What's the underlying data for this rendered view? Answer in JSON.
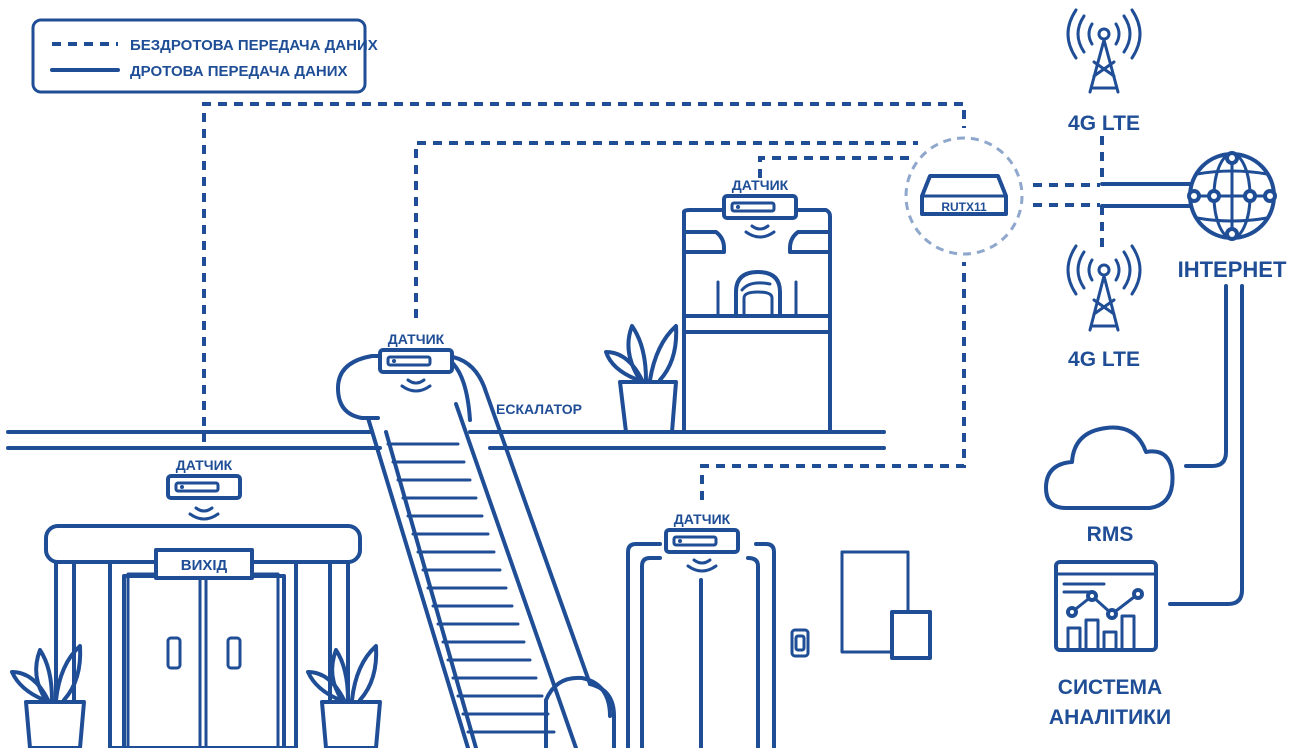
{
  "legend": {
    "wireless": "БЕЗДРОТОВА ПЕРЕДАЧА ДАНИХ",
    "wired": "ДРОТОВА ПЕРЕДАЧА ДАНИХ"
  },
  "router": {
    "label": "RUTX11"
  },
  "towers": {
    "top": "4G LTE",
    "bottom": "4G LTE"
  },
  "internet": {
    "label": "ІНТЕРНЕТ"
  },
  "rms": {
    "label": "RMS"
  },
  "analytics": {
    "line1": "СИСТЕМА",
    "line2": "АНАЛІТИКИ"
  },
  "sensors": {
    "exit": "ДАТЧИК",
    "escalator": "ДАТЧИК",
    "booth": "ДАТЧИК",
    "elevator": "ДАТЧИК"
  },
  "escalator": {
    "label": "ЕСКАЛАТОР"
  },
  "exit": {
    "sign": "ВИХІД"
  },
  "colors": {
    "primary": "#1f4e96",
    "router_ring": "#8fa7cc",
    "background": "#ffffff"
  }
}
